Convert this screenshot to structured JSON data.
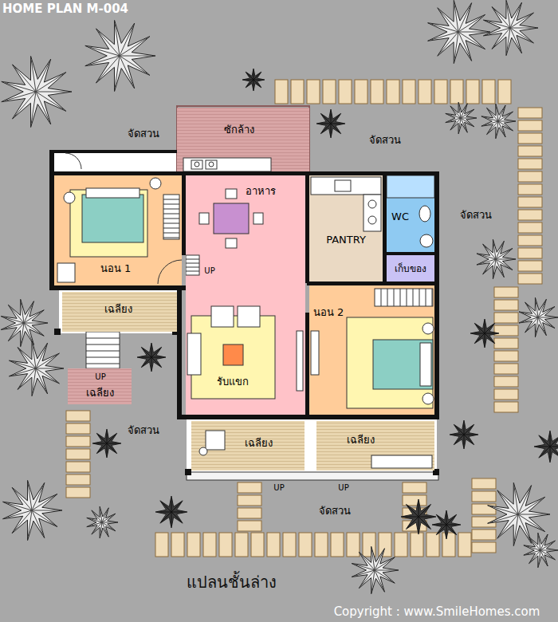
{
  "diagram": {
    "title": "HOME PLAN M-004",
    "caption": "แปลนชั้นล่าง",
    "nodes": [
      {
        "text": [
          "ซักล้าง"
        ]
      },
      {
        "text": [
          "นอน 1"
        ]
      },
      {
        "text": [
          "อาหาร"
        ]
      },
      {
        "text": [
          "PANTRY"
        ]
      },
      {
        "text": [
          "WC"
        ]
      },
      {
        "text": [
          "เก็บของ"
        ]
      },
      {
        "text": [
          "นอน 2"
        ]
      },
      {
        "text": [
          "เฉลียง"
        ]
      },
      {
        "text": [
          "รับแขก"
        ]
      },
      {
        "text": [
          "เฉลียง"
        ]
      },
      {
        "text": [
          "เฉลียง"
        ]
      },
      {
        "text": [
          "เฉลียง"
        ]
      }
    ],
    "labels": [
      "จัดสวน",
      "จัดสวน",
      "จัดสวน",
      "UP",
      "UP",
      "จัดสวน",
      "UP",
      "UP",
      "จัดสวน",
      "Copyright : www.SmileHomes.com"
    ]
  }
}
